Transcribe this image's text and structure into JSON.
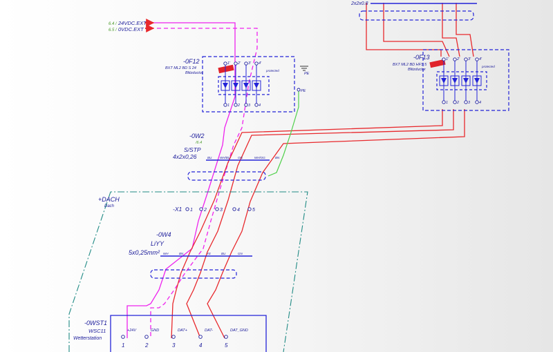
{
  "colors": {
    "blue": "#2323d8",
    "red": "#e8282c",
    "magenta": "#ee22ee",
    "green": "#4fd04a",
    "teal": "#1f8a84",
    "label_blue": "#1a1a9a",
    "label_green": "#4a9a2a",
    "logo_red": "#e0232a"
  },
  "ext_refs": {
    "ref1": "6.4 /",
    "label1": "24VDC.EXT",
    "ref2": "6.5 /",
    "label2": "0VDC.EXT"
  },
  "cable_top_right": {
    "label": "2x2x0.8"
  },
  "f12": {
    "tag": "-0F12",
    "part": "BXT ML2 BD S 24",
    "desc": "Blitzductor",
    "protected": "protected",
    "pins_top": [
      "1'",
      "2'",
      "3'",
      "4'"
    ],
    "pins_bottom": [
      "1",
      "2",
      "3",
      "4"
    ]
  },
  "f13": {
    "tag": "-0F13",
    "part": "BXT ML2 BD HFS 5",
    "desc": "Blitzductor",
    "protected": "protected",
    "pins_top": [
      "1'",
      "2'",
      "3'",
      "4'"
    ],
    "pins_bottom": [
      "1",
      "2",
      "3",
      "4"
    ]
  },
  "pe": {
    "label1": "PE",
    "label2": "PE"
  },
  "w2": {
    "tag": "-0W2",
    "ref": "/6.4",
    "type": "S/STP",
    "size": "4x2x0,26",
    "cores": [
      "BU",
      "WH/BU",
      "OG",
      "WH/OG",
      "BN"
    ]
  },
  "dach": {
    "tag": "+DACH",
    "desc": "Dach"
  },
  "x1": {
    "tag": "-X1",
    "pins": [
      "1",
      "2",
      "3",
      "4",
      "5"
    ]
  },
  "w4": {
    "tag": "-0W4",
    "type": "LiYY",
    "size": "5x0,25mm²",
    "cores": [
      "WH",
      "BN",
      "YE",
      "BU",
      "GN"
    ]
  },
  "wst1": {
    "tag": "-0WST1",
    "type": "WSC11",
    "desc": "Wetterstation",
    "pins": [
      "1",
      "2",
      "3",
      "4",
      "5"
    ],
    "signals": [
      "+24V",
      "GND",
      "DAT+",
      "DAT-",
      "DAT_GND"
    ]
  }
}
